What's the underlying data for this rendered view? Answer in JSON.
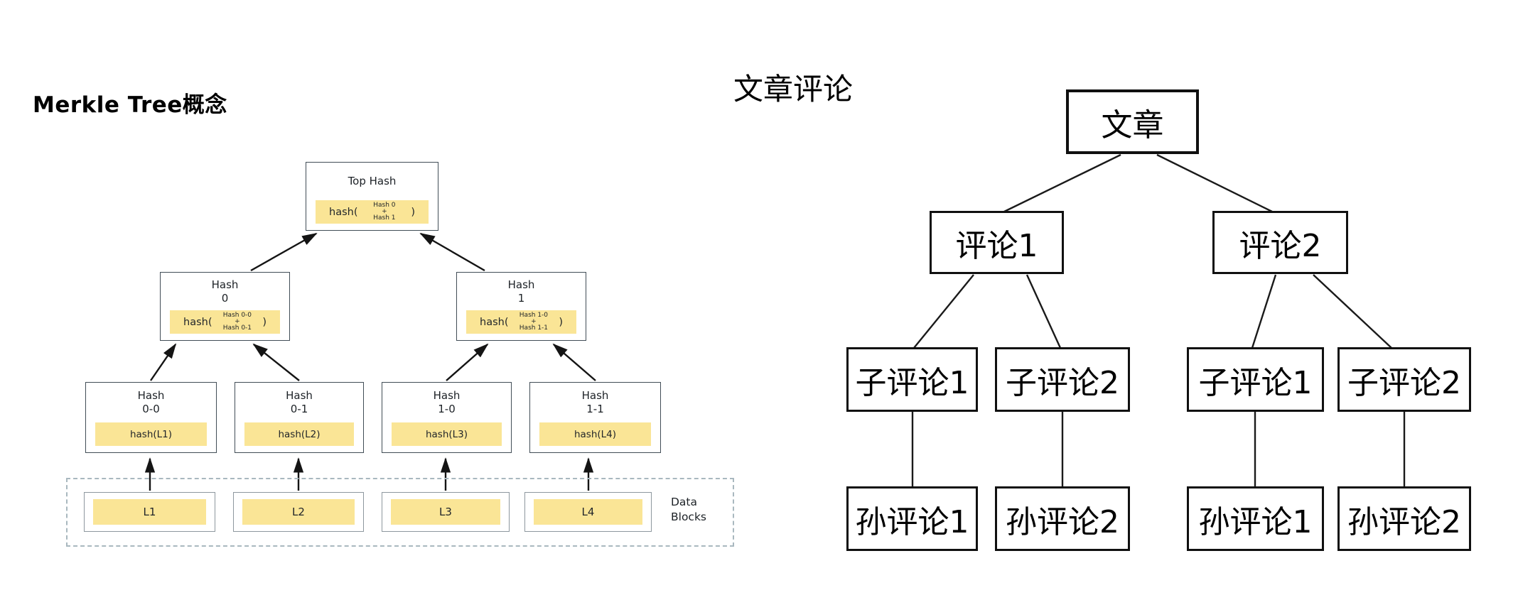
{
  "page": {
    "background": "#ffffff"
  },
  "merkle": {
    "title": "Merkle Tree概念",
    "top": {
      "title": "Top Hash",
      "hash_prefix": "hash(",
      "hash_args": "Hash 0\n+\nHash 1",
      "hash_suffix": ")"
    },
    "h0": {
      "title": "Hash\n0",
      "hash_prefix": "hash(",
      "hash_args": "Hash 0-0\n+\nHash 0-1",
      "hash_suffix": ")"
    },
    "h1": {
      "title": "Hash\n1",
      "hash_prefix": "hash(",
      "hash_args": "Hash 1-0\n+\nHash 1-1",
      "hash_suffix": ")"
    },
    "h00": {
      "title": "Hash\n0-0",
      "hash": "hash(L1)"
    },
    "h01": {
      "title": "Hash\n0-1",
      "hash": "hash(L2)"
    },
    "h10": {
      "title": "Hash\n1-0",
      "hash": "hash(L3)"
    },
    "h11": {
      "title": "Hash\n1-1",
      "hash": "hash(L4)"
    },
    "blocks": {
      "l1": "L1",
      "l2": "L2",
      "l3": "L3",
      "l4": "L4",
      "label": "Data\nBlocks"
    },
    "colors": {
      "highlight": "#fae596",
      "node_border": "#414d56",
      "block_border": "#8d979e",
      "dashed_border": "#a9b8bf",
      "arrow": "#141414"
    }
  },
  "comments": {
    "title": "文章评论",
    "root": "文章",
    "level1": [
      "评论1",
      "评论2"
    ],
    "level2": [
      "子评论1",
      "子评论2",
      "子评论1",
      "子评论2"
    ],
    "level3": [
      "孙评论1",
      "孙评论2",
      "孙评论1",
      "孙评论2"
    ],
    "colors": {
      "border": "#101010",
      "line": "#1a1a1a"
    }
  }
}
